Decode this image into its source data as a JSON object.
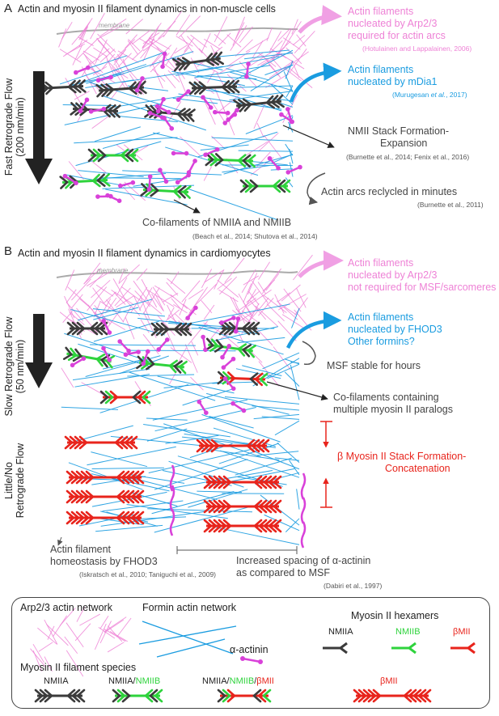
{
  "panel_a": {
    "letter": "A",
    "title": "Actin and myosin II filament dynamics in non-muscle cells",
    "membrane": "membrane",
    "flow_label": "Fast Retrograde Flow",
    "flow_rate": "(200 nm/min)",
    "arp_label_1": "Actin filaments",
    "arp_label_2": "nucleated by Arp2/3",
    "arp_label_3": "required for actin arcs",
    "arp_ref": "(Hotulainen and Lappalainen, 2006)",
    "mdia_label_1": "Actin filaments",
    "mdia_label_2": "nucleated by mDia1",
    "mdia_ref_pre": "(Murugesan ",
    "mdia_ref_etal": "et al.",
    "mdia_ref_post": ", 2017)",
    "stack_label_1": "NMII Stack Formation-",
    "stack_label_2": "Expansion",
    "stack_ref": "(Burnette et al., 2014; Fenix et al., 2016)",
    "arcs_label": "Actin arcs reclycled in minutes",
    "arcs_ref": "(Burnette et al., 2011)",
    "cofil_label": "Co-filaments of NMIIA and NMIIB",
    "cofil_ref": "(Beach et al., 2014; Shutova et al., 2014)"
  },
  "panel_b": {
    "letter": "B",
    "title": "Actin and myosin II filament dynamics in cardiomyocytes",
    "membrane": "membrane",
    "flow_label": "Slow Retrograde Flow",
    "flow_rate": "(50 nm/min)",
    "flow2_label_1": "Little/No",
    "flow2_label_2": "Retrograde Flow",
    "arp_label_1": "Actin filaments",
    "arp_label_2": "nucleated by Arp2/3",
    "arp_label_3": "not required for MSF/sarcomeres",
    "fhod_label_1": "Actin filaments",
    "fhod_label_2": "nucleated by FHOD3",
    "fhod_label_3": "Other formins?",
    "msf_label": "MSF stable for hours",
    "cofil_label_1": "Co-filaments containing",
    "cofil_label_2": "multiple myosin II paralogs",
    "beta_label_1": "β Myosin II Stack Formation-",
    "beta_label_2": "Concatenation",
    "homeo_label_1": "Actin filament",
    "homeo_label_2": "homeostasis by FHOD3",
    "homeo_ref": "(Iskratsch et al., 2010; Taniguchi et al., 2009)",
    "spacing_label_1": "Increased spacing of α-actinin",
    "spacing_label_2": "as compared to MSF",
    "spacing_ref": "(Dabiri et al., 1997)"
  },
  "legend": {
    "arp": "Arp2/3 actin network",
    "formin": "Formin actin network",
    "actinin": "α-actinin",
    "hexamers": "Myosin II hexamers",
    "nmiia": "NMIIA",
    "nmiib": "NMIIB",
    "bmii": "βMII",
    "species": "Myosin II filament species",
    "sp1": "NMIIA",
    "sp2a": "NMIIA/",
    "sp2b": "NMIIB",
    "sp3a": "NMIIA/",
    "sp3b": "NMIIB",
    "sp3c": "/",
    "sp3d": "βMII",
    "sp4": "βMII"
  },
  "colors": {
    "arp_pink": "#ee82d6",
    "formin_blue": "#1a9ce0",
    "nmiia": "#3b3b3b",
    "nmiib": "#2ed33c",
    "bmii": "#e8241c",
    "actinin": "#d941d9"
  }
}
